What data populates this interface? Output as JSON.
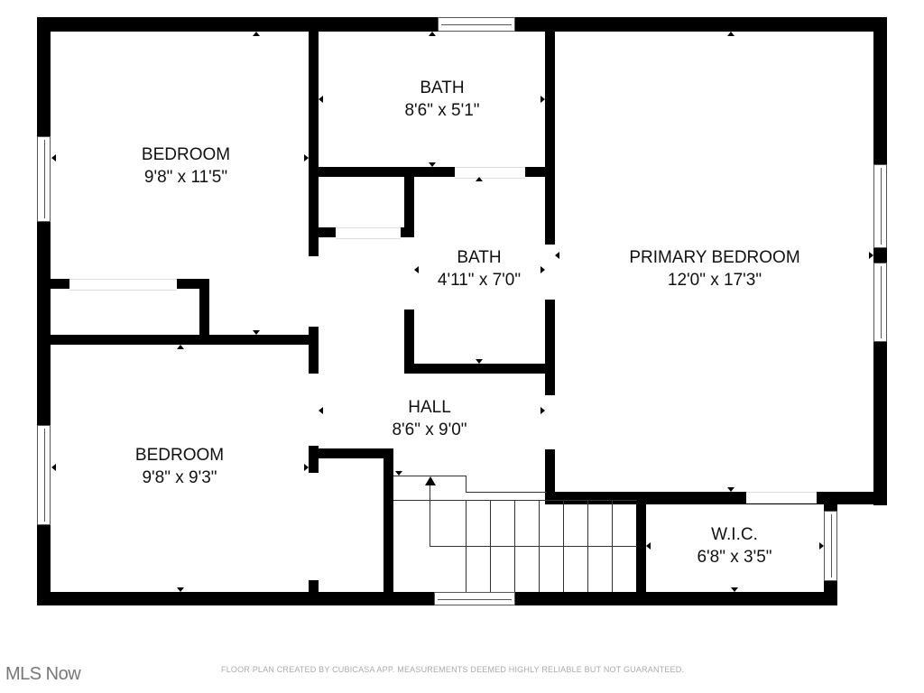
{
  "rooms": {
    "bedroom_1": {
      "name": "BEDROOM",
      "dims": "9'8\" x 11'5\""
    },
    "bath_1": {
      "name": "BATH",
      "dims": "8'6\" x 5'1\""
    },
    "bath_2": {
      "name": "BATH",
      "dims": "4'11\" x 7'0\""
    },
    "primary_bedroom": {
      "name": "PRIMARY BEDROOM",
      "dims": "12'0\" x 17'3\""
    },
    "hall": {
      "name": "HALL",
      "dims": "8'6\" x 9'0\""
    },
    "bedroom_2": {
      "name": "BEDROOM",
      "dims": "9'8\" x 9'3\""
    },
    "wic": {
      "name": "W.I.C.",
      "dims": "6'8\" x 3'5\""
    }
  },
  "footer": {
    "logo": "MLS Now",
    "disclaimer": "FLOOR PLAN CREATED BY CUBICASA APP. MEASUREMENTS DEEMED HIGHLY RELIABLE BUT NOT GUARANTEED."
  }
}
